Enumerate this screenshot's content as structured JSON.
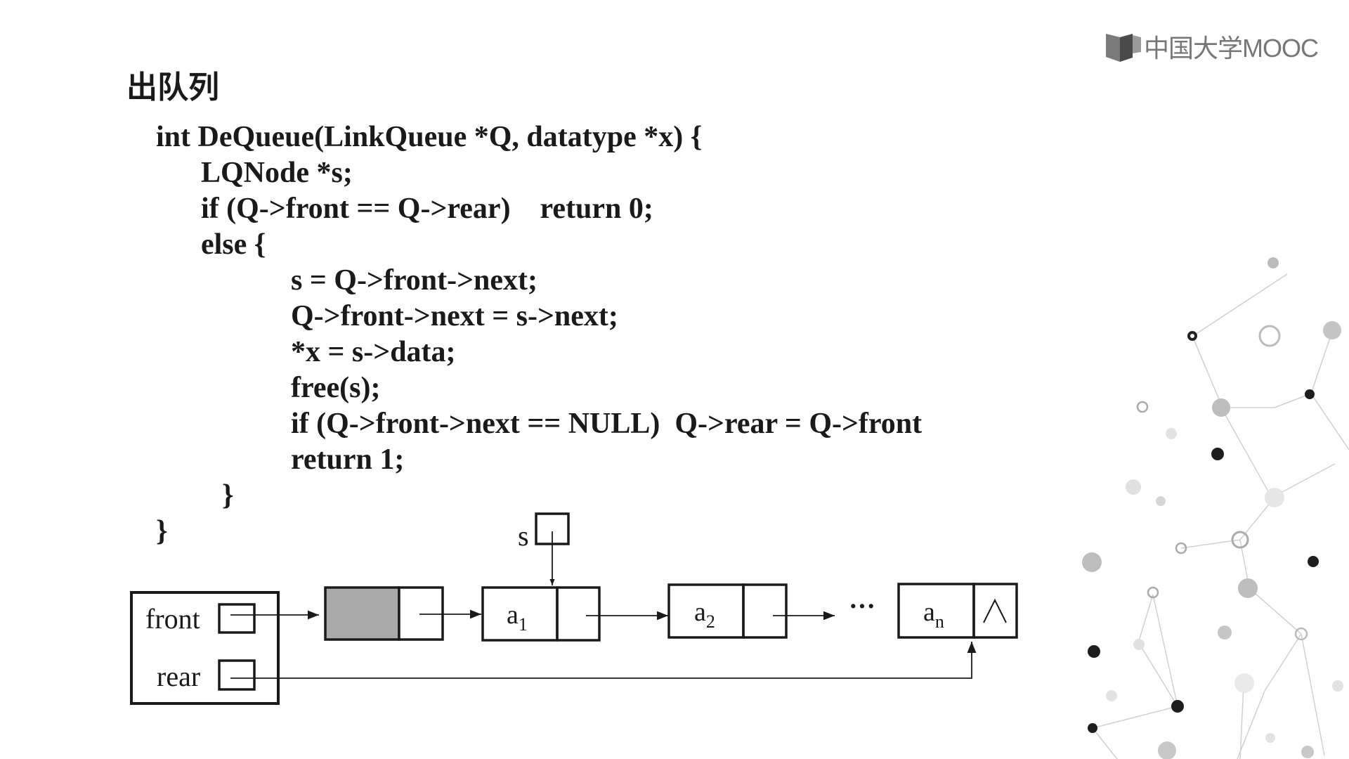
{
  "logo": {
    "text": "中国大学MOOC"
  },
  "slide": {
    "title": "出队列"
  },
  "code": {
    "lines": [
      "int DeQueue(LinkQueue *Q, datatype *x) {",
      "LQNode *s;",
      "if (Q->front == Q->rear)    return 0;",
      "else {",
      "s = Q->front->next;",
      "Q->front->next = s->next;",
      "*x = s->data;",
      "free(s);",
      "if (Q->front->next == NULL)  Q->rear = Q->front",
      "return 1;",
      "}",
      "}"
    ]
  },
  "diagram": {
    "front_label": "front",
    "rear_label": "rear",
    "s_label": "s",
    "nodes": [
      {
        "base": "a",
        "sub": "1"
      },
      {
        "base": "a",
        "sub": "2"
      },
      {
        "base": "a",
        "sub": "n"
      }
    ],
    "ellipsis": "···",
    "null_symbol": "/\\"
  }
}
